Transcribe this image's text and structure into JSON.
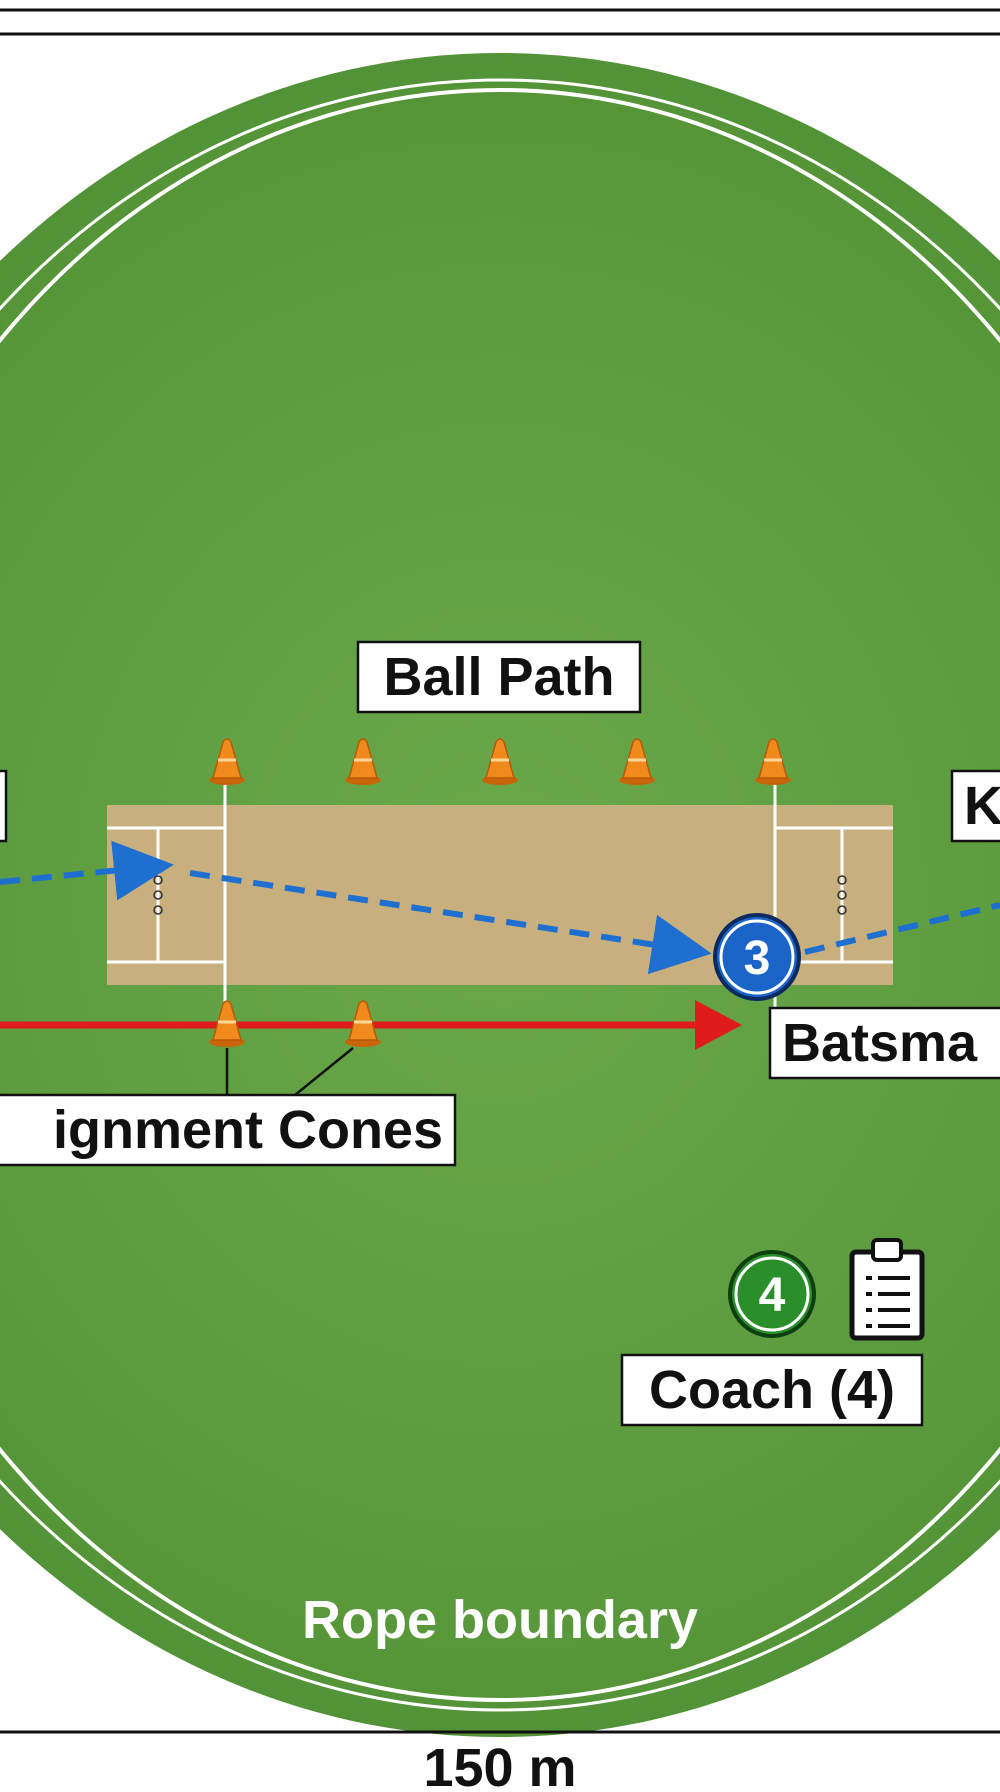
{
  "labels": {
    "ball_path": "Ball Path",
    "keeper_partial": "K",
    "batsman_partial": "Batsma",
    "alignment_cones_partial": "ignment Cones",
    "coach": "Coach (4)",
    "rope_boundary": "Rope boundary",
    "dimension": "150 m"
  },
  "markers": {
    "batsman_number": "3",
    "coach_number": "4"
  },
  "icons": {
    "cone": "traffic-cone-icon",
    "clipboard": "clipboard-icon"
  },
  "colors": {
    "grass": "#5a9a3c",
    "pitch": "#c8b07e",
    "ball_path": "#1f6fd1",
    "batsman_run": "#e01b1b",
    "cone": "#f08a1c",
    "batsman_marker": "#1a63c7",
    "coach_marker": "#2a8f2a"
  }
}
